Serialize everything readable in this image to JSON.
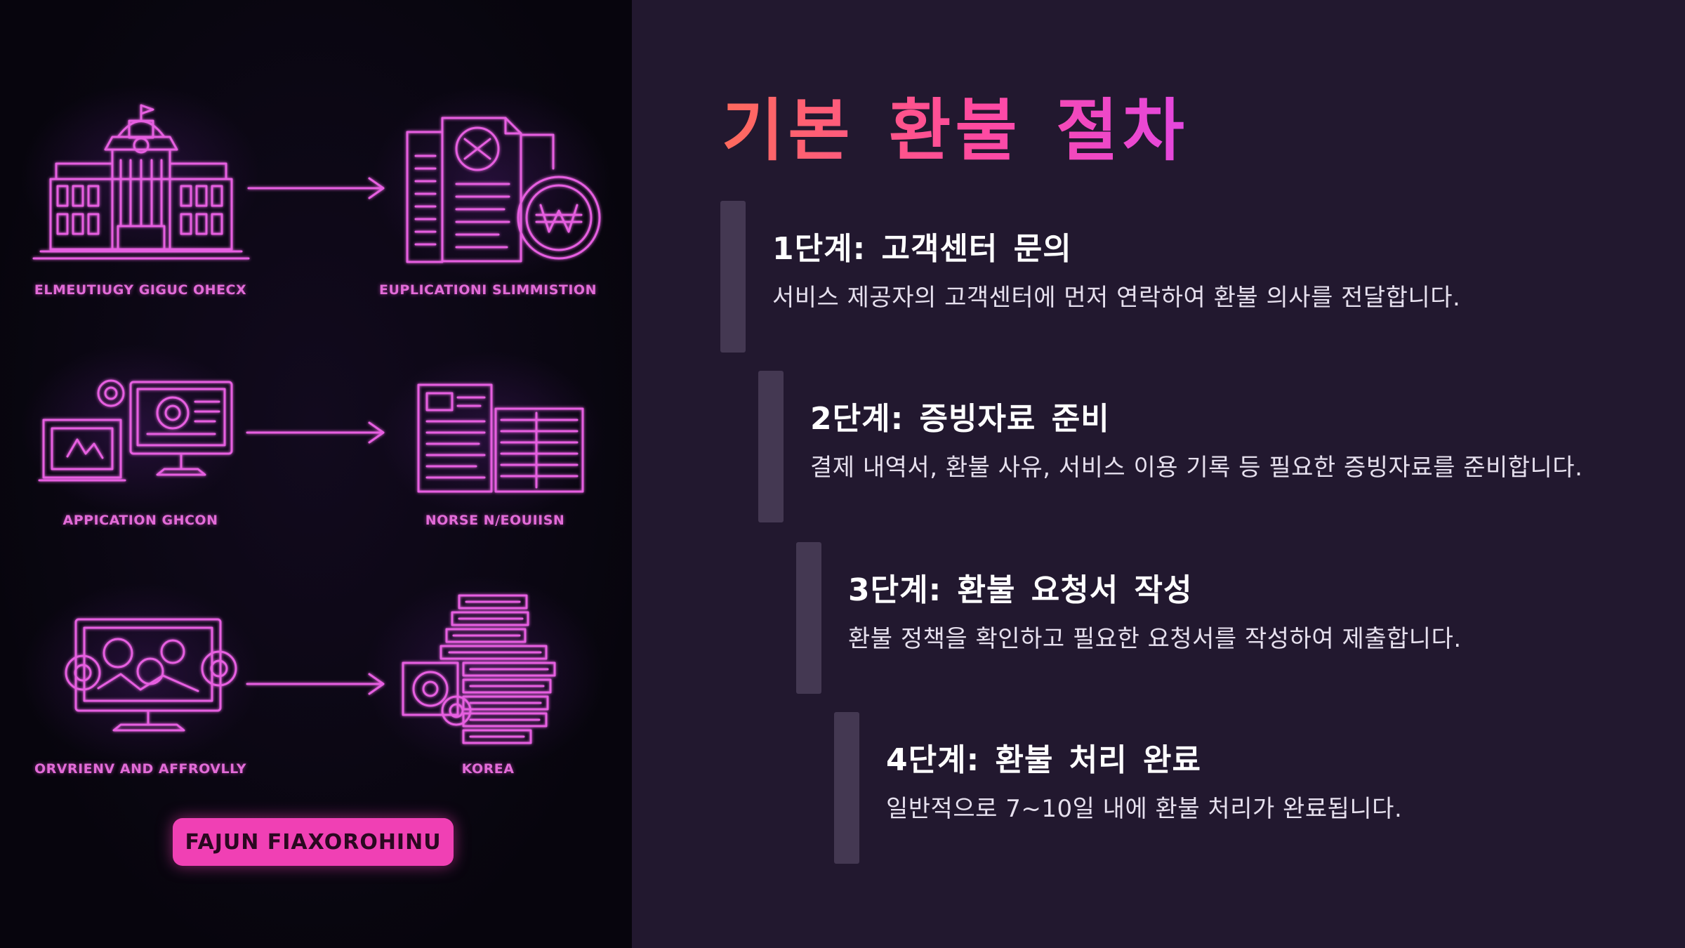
{
  "slide": {
    "title": "기본 환불 절차",
    "title_gradient": [
      "#ff6a5c",
      "#ff4aa0",
      "#e447e0"
    ],
    "accent_color": "#f040b4",
    "step_bar_color": "#443852"
  },
  "illustration": {
    "labels": [
      "ELMEUTIUGY GIGUC OHECX",
      "EUPLICATIONI SLIMMISTION",
      "APPICATION GHCON",
      "NORSE N/EOUIISN",
      "ORVRIENV AND AFFROVLLY",
      "KOREA"
    ],
    "button_label": "FAJUN FIAXOROHINU",
    "icons": [
      "government-building-icon",
      "document-won-icon",
      "computer-screen-icon",
      "form-list-icon",
      "monitor-approval-icon",
      "paperwork-stack-icon"
    ]
  },
  "steps": [
    {
      "title": "1단계: 고객센터 문의",
      "description": "서비스 제공자의 고객센터에 먼저 연락하여 환불 의사를 전달합니다."
    },
    {
      "title": "2단계: 증빙자료 준비",
      "description": "결제 내역서, 환불 사유, 서비스 이용 기록 등 필요한 증빙자료를 준비합니다."
    },
    {
      "title": "3단계: 환불 요청서 작성",
      "description": "환불 정책을 확인하고 필요한 요청서를 작성하여 제출합니다."
    },
    {
      "title": "4단계: 환불 처리 완료",
      "description": "일반적으로 7~10일 내에 환불 처리가 완료됩니다."
    }
  ]
}
